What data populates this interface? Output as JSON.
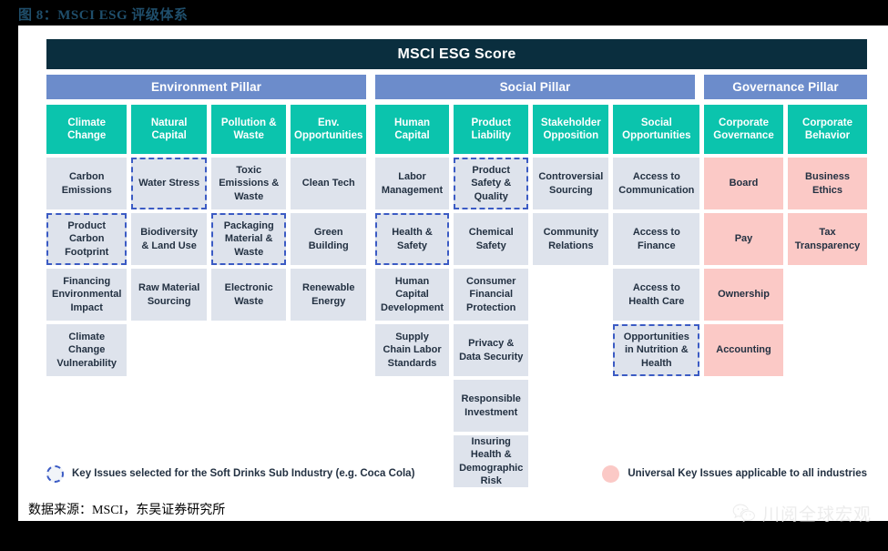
{
  "figure": {
    "title": "图 8：MSCI ESG 评级体系",
    "source": "数据来源：MSCI，东吴证券研究所"
  },
  "watermark": {
    "icon": "wechat-icon",
    "text": "川阅全球宏观"
  },
  "chart_data": {
    "type": "table",
    "title": "MSCI ESG Score",
    "colors": {
      "master_header": "#0A2E3E",
      "pillar_header": "#6C8CCB",
      "theme": "#0BC4AD",
      "issue": "#DEE3EC",
      "universal": "#FBC9C6",
      "selected_border": "#3B5BC4"
    },
    "pillars": [
      {
        "name": "Environment Pillar",
        "columns": [
          {
            "theme": "Climate Change",
            "issues": [
              {
                "label": "Carbon Emissions",
                "selected": false,
                "universal": false
              },
              {
                "label": "Product Carbon Footprint",
                "selected": true,
                "universal": false
              },
              {
                "label": "Financing Environmental Impact",
                "selected": false,
                "universal": false
              },
              {
                "label": "Climate Change Vulnerability",
                "selected": false,
                "universal": false
              }
            ]
          },
          {
            "theme": "Natural Capital",
            "issues": [
              {
                "label": "Water Stress",
                "selected": true,
                "universal": false
              },
              {
                "label": "Biodiversity & Land Use",
                "selected": false,
                "universal": false
              },
              {
                "label": "Raw Material Sourcing",
                "selected": false,
                "universal": false
              }
            ]
          },
          {
            "theme": "Pollution & Waste",
            "issues": [
              {
                "label": "Toxic Emissions & Waste",
                "selected": false,
                "universal": false
              },
              {
                "label": "Packaging Material & Waste",
                "selected": true,
                "universal": false
              },
              {
                "label": "Electronic Waste",
                "selected": false,
                "universal": false
              }
            ]
          },
          {
            "theme": "Env. Opportunities",
            "issues": [
              {
                "label": "Clean Tech",
                "selected": false,
                "universal": false
              },
              {
                "label": "Green Building",
                "selected": false,
                "universal": false
              },
              {
                "label": "Renewable Energy",
                "selected": false,
                "universal": false
              }
            ]
          }
        ]
      },
      {
        "name": "Social Pillar",
        "columns": [
          {
            "theme": "Human Capital",
            "issues": [
              {
                "label": "Labor Management",
                "selected": false,
                "universal": false
              },
              {
                "label": "Health & Safety",
                "selected": true,
                "universal": false
              },
              {
                "label": "Human Capital Development",
                "selected": false,
                "universal": false
              },
              {
                "label": "Supply Chain Labor Standards",
                "selected": false,
                "universal": false
              }
            ]
          },
          {
            "theme": "Product Liability",
            "issues": [
              {
                "label": "Product Safety & Quality",
                "selected": true,
                "universal": false
              },
              {
                "label": "Chemical Safety",
                "selected": false,
                "universal": false
              },
              {
                "label": "Consumer Financial Protection",
                "selected": false,
                "universal": false
              },
              {
                "label": "Privacy  & Data Security",
                "selected": false,
                "universal": false
              },
              {
                "label": "Responsible Investment",
                "selected": false,
                "universal": false
              },
              {
                "label": "Insuring Health & Demographic Risk",
                "selected": false,
                "universal": false
              }
            ]
          },
          {
            "theme": "Stakeholder Opposition",
            "issues": [
              {
                "label": "Controversial Sourcing",
                "selected": false,
                "universal": false
              },
              {
                "label": "Community Relations",
                "selected": false,
                "universal": false
              }
            ]
          },
          {
            "theme": "Social Opportunities",
            "issues": [
              {
                "label": "Access to Communication",
                "selected": false,
                "universal": false
              },
              {
                "label": "Access to Finance",
                "selected": false,
                "universal": false
              },
              {
                "label": "Access to Health Care",
                "selected": false,
                "universal": false
              },
              {
                "label": "Opportunities in Nutrition & Health",
                "selected": true,
                "universal": false
              }
            ]
          }
        ]
      },
      {
        "name": "Governance Pillar",
        "columns": [
          {
            "theme": "Corporate Governance",
            "issues": [
              {
                "label": "Board",
                "selected": false,
                "universal": true
              },
              {
                "label": "Pay",
                "selected": false,
                "universal": true
              },
              {
                "label": "Ownership",
                "selected": false,
                "universal": true
              },
              {
                "label": "Accounting",
                "selected": false,
                "universal": true
              }
            ]
          },
          {
            "theme": "Corporate Behavior",
            "issues": [
              {
                "label": "Business Ethics",
                "selected": false,
                "universal": true
              },
              {
                "label": "Tax Transparency",
                "selected": false,
                "universal": true
              }
            ]
          }
        ]
      }
    ],
    "legend": [
      {
        "marker": "dashed-circle",
        "label": "Key Issues selected for the Soft Drinks Sub Industry (e.g. Coca Cola)"
      },
      {
        "marker": "pink-circle",
        "label": "Universal Key Issues applicable to all industries"
      }
    ]
  }
}
